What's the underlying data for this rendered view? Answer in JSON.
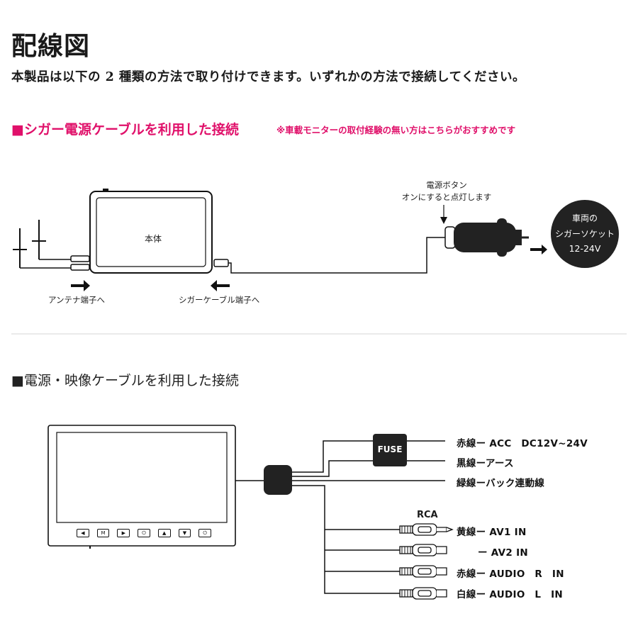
{
  "page": {
    "title": "配線図",
    "intro": "本製品は以下の 2 種類の方法で取り付けできます。いずれかの方法で接続してください。"
  },
  "section1": {
    "heading": "■シガー電源ケーブルを利用した接続",
    "note": "※車載モニターの取付経験の無い方はこちらがおすすめです",
    "unit_label": "本体",
    "power_button_label_1": "電源ボタン",
    "power_button_label_2": "オンにすると点灯します",
    "socket_line1": "車両の",
    "socket_line2": "シガーソケット",
    "socket_line3": "12-24V",
    "antenna_label": "アンテナ端子へ",
    "cigar_port_label": "シガーケーブル端子へ"
  },
  "section2": {
    "heading": "■電源・映像ケーブルを利用した接続",
    "fuse_label": "FUSE",
    "rca_label": "RCA",
    "wires": {
      "red_acc": "赤線ー ACC　DC12V~24V",
      "black_ground": "黒線ーアース",
      "green_back": "緑線ーバック連動線",
      "yellow_av1": "黄線ー AV1 IN",
      "av2": "ー AV2 IN",
      "red_audio_r": "赤線ー AUDIO　R　IN",
      "white_audio_l": "白線ー AUDIO　L　IN"
    },
    "monitor_buttons": [
      "◀",
      "M",
      "▶",
      "⏻",
      "▲",
      "▼",
      "⏻"
    ]
  },
  "colors": {
    "accent": "#e0106a",
    "ink": "#1a1a1a",
    "divider": "#eaeaea"
  }
}
